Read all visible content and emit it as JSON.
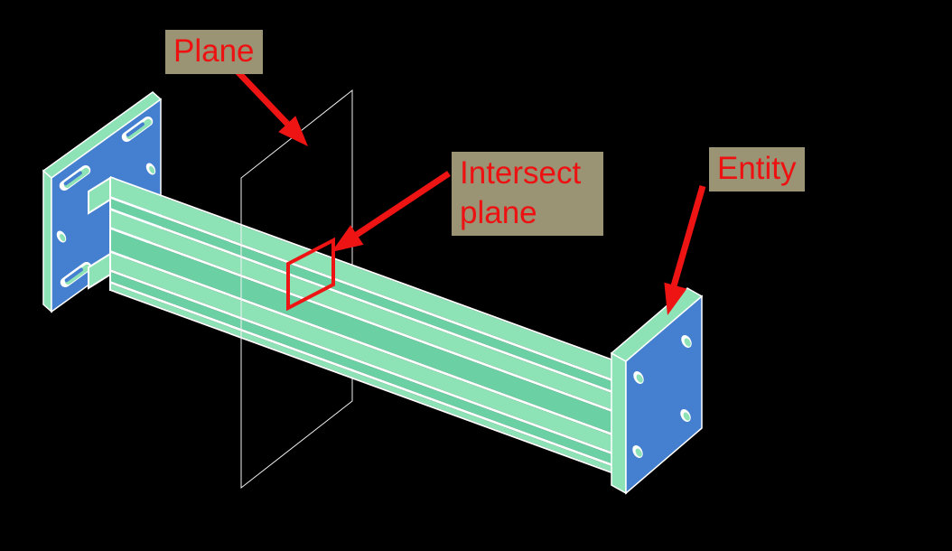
{
  "diagram": {
    "labels": {
      "plane": "Plane",
      "intersect_plane": "Intersect plane",
      "entity": "Entity"
    },
    "colors": {
      "background": "#000000",
      "plate_blue": "#4580d0",
      "beam_light_green": "#8ee3b6",
      "beam_dark_green": "#6bd0a4",
      "edge_highlight": "#ffffff",
      "plane_outline": "#f0f0f0",
      "annotation_red": "#ee1414",
      "label_background": "#9a9475",
      "label_text": "#ee1111"
    }
  }
}
